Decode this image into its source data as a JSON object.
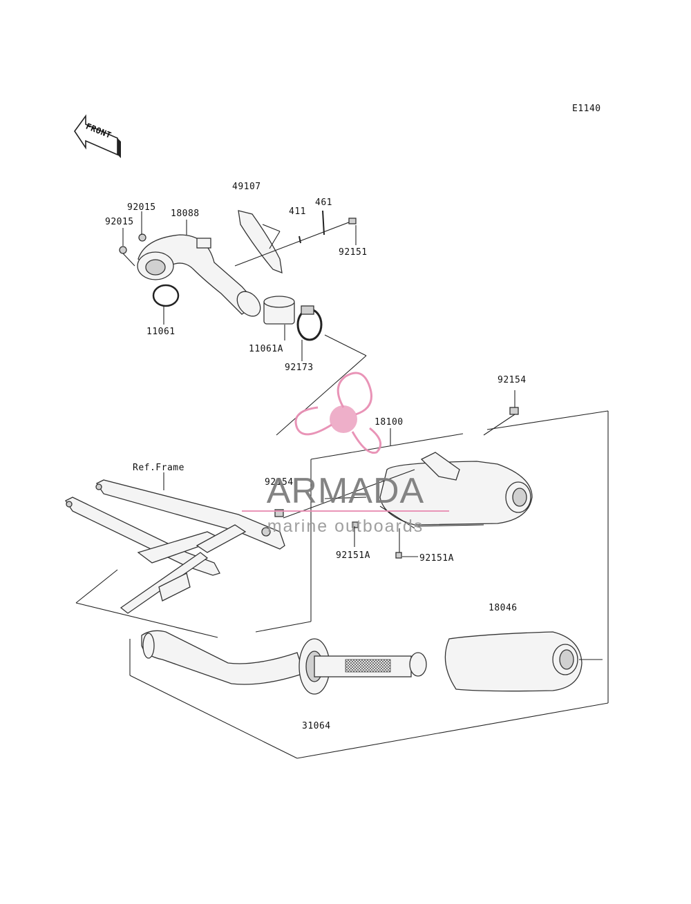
{
  "diagram_code": "E1140",
  "front_arrow_label": "FRONT",
  "reference_label": "Ref.Frame",
  "part_numbers": {
    "p49107": "49107",
    "p411": "411",
    "p461": "461",
    "p92015_a": "92015",
    "p92015_b": "92015",
    "p18088": "18088",
    "p92151": "92151",
    "p11061": "11061",
    "p11061A": "11061A",
    "p92173": "92173",
    "p92154_a": "92154",
    "p18100": "18100",
    "p92154_b": "92154",
    "p92151A_a": "92151A",
    "p92151A_b": "92151A",
    "p18046": "18046",
    "p31064": "31064"
  },
  "watermark": {
    "brand": "ARMADA",
    "tagline": "marine outboards",
    "accent_color": "#e88fb4",
    "text_color": "#7d7d7d"
  }
}
